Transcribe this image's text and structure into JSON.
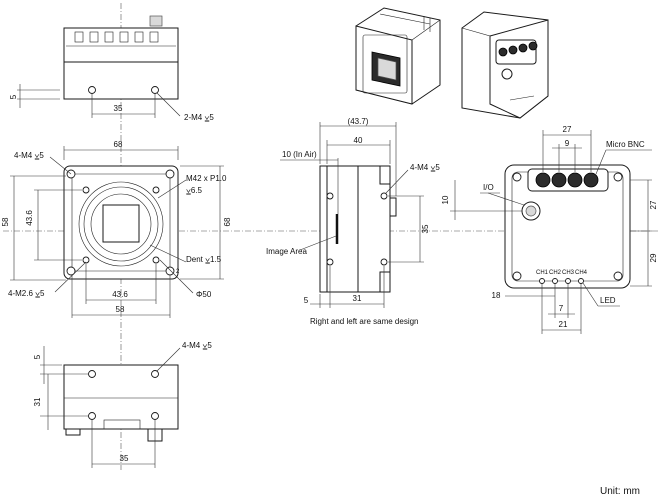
{
  "labels": {
    "top_width": "35",
    "top_height": "5",
    "top_holes": "2-M4 ⩣5",
    "front_width": "68",
    "front_holes_top": "4-M4 ⩣5",
    "front_height_outer": "58",
    "front_height_inner": "43.6",
    "front_height_right": "68",
    "front_thread": "M42 x P1.0",
    "front_depth": "⩣6.5",
    "front_dent": "Dent ⩣1.5",
    "front_holes_bottom": "4-M2.6 ⩣5",
    "front_inner_width": "43.6",
    "front_outer_width": "58",
    "front_diameter": "Φ50",
    "side_total": "(43.7)",
    "side_40": "40",
    "side_in_air": "10 (In Air)",
    "side_holes": "4-M4 ⩣5",
    "side_35": "35",
    "image_area": "Image Area",
    "side_5": "5",
    "side_31": "31",
    "side_note": "Right and left are same design",
    "rear_27": "27",
    "rear_9": "9",
    "micro_bnc": "Micro BNC",
    "io": "I/O",
    "rear_10": "10",
    "rear_27_v": "27",
    "rear_29": "29",
    "rear_18": "18",
    "rear_7": "7",
    "rear_21": "21",
    "led": "LED",
    "bottom_5": "5",
    "bottom_31": "31",
    "bottom_holes": "4-M4 ⩣5",
    "bottom_35": "35",
    "unit": "Unit: mm",
    "led_names": [
      "CH1",
      "CH2",
      "CH3",
      "CH4"
    ]
  }
}
